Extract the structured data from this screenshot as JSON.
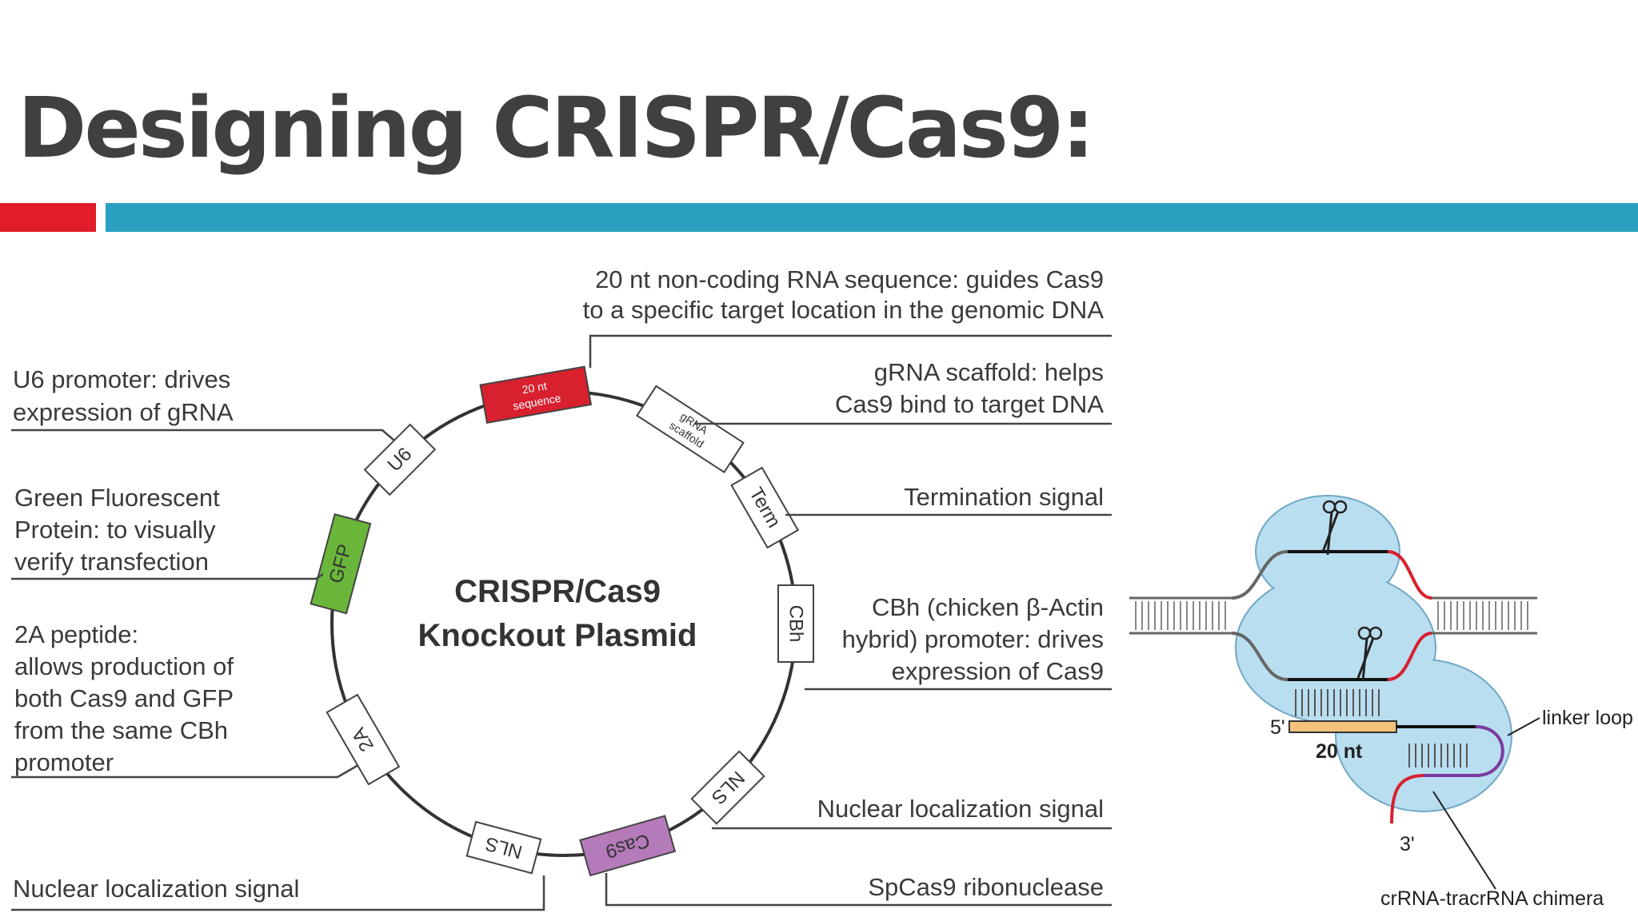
{
  "slide": {
    "title": "Designing CRISPR/Cas9:",
    "accent_red": "#e11d2a",
    "accent_blue": "#2aa0c0"
  },
  "plasmid": {
    "center_line1": "CRISPR/Cas9",
    "center_line2": "Knockout Plasmid",
    "segments": {
      "u6": "U6",
      "seq_line1": "20 nt",
      "seq_line2": "sequence",
      "scaffold_line1": "gRNA",
      "scaffold_line2": "scaffold",
      "term": "Term",
      "cbh": "CBh",
      "nls_right": "NLS",
      "cas9": "Cas9",
      "nls_bottom": "NLS",
      "twoa": "2A",
      "gfp": "GFP"
    },
    "left_labels": {
      "u6": [
        "U6 promoter: drives",
        "expression of gRNA"
      ],
      "gfp": [
        "Green Fluorescent",
        "Protein: to visually",
        "verify transfection"
      ],
      "twoa": [
        "2A peptide:",
        "allows production of",
        "both Cas9 and GFP",
        "from the same CBh",
        "promoter"
      ],
      "nls": [
        "Nuclear localization signal"
      ]
    },
    "right_labels": {
      "seq": [
        "20 nt non-coding RNA sequence: guides Cas9",
        "to a specific target location in the genomic DNA"
      ],
      "scaffold": [
        "gRNA scaffold: helps",
        "Cas9 bind to target DNA"
      ],
      "term": [
        "Termination signal"
      ],
      "cbh": [
        "CBh (chicken β-Actin",
        "hybrid) promoter: drives",
        "expression of Cas9"
      ],
      "nls": [
        "Nuclear localization signal"
      ],
      "cas9": [
        "SpCas9 ribonuclease"
      ]
    },
    "colors": {
      "seq": "#d8202e",
      "gfp": "#6ab63a",
      "cas9": "#b57ab9"
    }
  },
  "complex": {
    "five_prime": "5'",
    "three_prime": "3'",
    "twenty_nt": "20 nt",
    "linker_loop": "linker loop",
    "chimera": "crRNA-tracrRNA chimera",
    "colors": {
      "blob": "#b9def0",
      "guide": "#f4c27a",
      "red": "#d8202e",
      "purple": "#7a3aa0"
    }
  }
}
